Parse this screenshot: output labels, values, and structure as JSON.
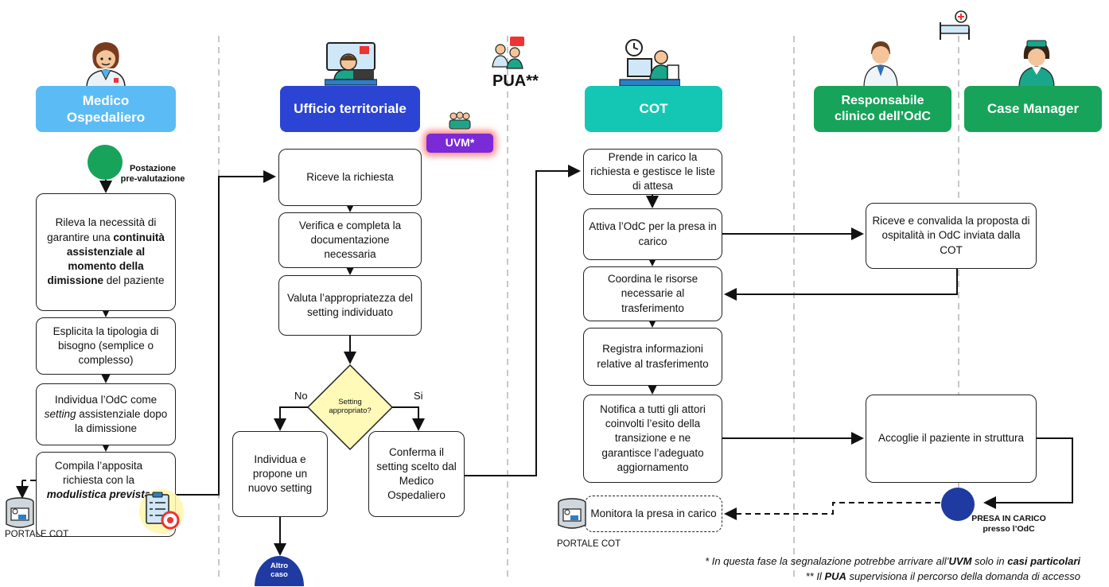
{
  "lanes": {
    "medico": {
      "title_1": "Medico",
      "title_2": "Ospedaliero",
      "color": "#5bbcf5"
    },
    "ufficio": {
      "title": "Ufficio territoriale",
      "color": "#2b44d4"
    },
    "pua": {
      "title": "PUA**"
    },
    "uvm": {
      "title": "UVM*",
      "color": "#7a2ad6"
    },
    "cot": {
      "title": "COT",
      "color": "#14c7b4"
    },
    "responsabile": {
      "title_1": "Responsabile",
      "title_2": "clinico dell’OdC",
      "color": "#17a35a"
    },
    "case_manager": {
      "title": "Case Manager",
      "color": "#17a35a"
    }
  },
  "start": {
    "label_1": "Postazione",
    "label_2": "pre-valutazione",
    "color": "#17a35a"
  },
  "medico_steps": {
    "s1_a": "Rileva la necessità di garantire una ",
    "s1_b": "continuità assistenziale al momento della dimissione",
    "s1_c": " del paziente",
    "s2": "Esplicita la tipologia di bisogno (semplice o complesso)",
    "s3_a": "Individua l’OdC come ",
    "s3_b": "setting",
    "s3_c": " assistenziale dopo la dimissione",
    "s4_a": "Compila l’apposita richiesta con la ",
    "s4_b": "modulistica prevista"
  },
  "ufficio_steps": {
    "s1": "Riceve la richiesta",
    "s2": "Verifica e completa la documentazione necessaria",
    "s3": "Valuta l’appropriatezza del setting individuato",
    "decision": "Setting appropriato?",
    "no": "No",
    "si": "Si",
    "no_box": "Individua e propone un nuovo setting",
    "si_box": "Conferma il setting scelto dal Medico Ospedaliero",
    "altro_1": "Altro",
    "altro_2": "caso",
    "altro_color": "#1f3aa0"
  },
  "cot_steps": {
    "s1": "Prende in carico la richiesta e gestisce le liste di attesa",
    "s2": "Attiva l’OdC per la presa in carico",
    "s3": "Coordina le risorse necessarie al trasferimento",
    "s4": "Registra informazioni relative al trasferimento",
    "s5": "Notifica a tutti gli attori coinvolti l’esito della transizione e ne garantisce l’adeguato aggiornamento",
    "monitor": "Monitora la presa in carico"
  },
  "resp_steps": {
    "s1": "Riceve e convalida la proposta di ospitalità in OdC inviata dalla COT",
    "s2": "Accoglie il paziente in struttura"
  },
  "end": {
    "label_1": "PRESA IN CARICO",
    "label_2": "presso l’OdC",
    "color": "#1f3aa0"
  },
  "portale_left": "PORTALE COT",
  "portale_right": "PORTALE COT",
  "footnotes": {
    "f1_a": "* In questa fase la segnalazione potrebbe arrivare all’",
    "f1_b": "UVM",
    "f1_c": " solo in ",
    "f1_d": "casi particolari",
    "f2_a": "** Il ",
    "f2_b": "PUA",
    "f2_c": " supervisiona il percorso della domanda di accesso"
  }
}
